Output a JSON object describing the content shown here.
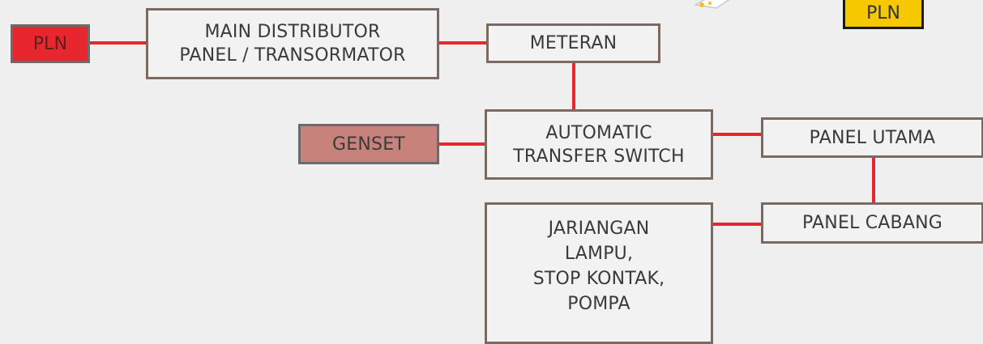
{
  "nodes": {
    "pln_source": "PLN",
    "main_distributor": "MAIN DISTRIBUTOR\nPANEL / TRANSORMATOR",
    "meteran": "METERAN",
    "genset": "GENSET",
    "ats": "AUTOMATIC\nTRANSFER SWITCH",
    "panel_utama": "PANEL UTAMA",
    "panel_cabang": "PANEL CABANG",
    "jaringan": "JARIANGAN\nLAMPU,\nSTOP KONTAK,\nPOMPA"
  },
  "badge": {
    "pln": "PLN"
  },
  "colors": {
    "connector": "#e8262d",
    "box_border": "#7a6a62",
    "pln_fill": "#e8262d",
    "genset_fill": "#c8827c",
    "badge_fill": "#f5c800"
  }
}
